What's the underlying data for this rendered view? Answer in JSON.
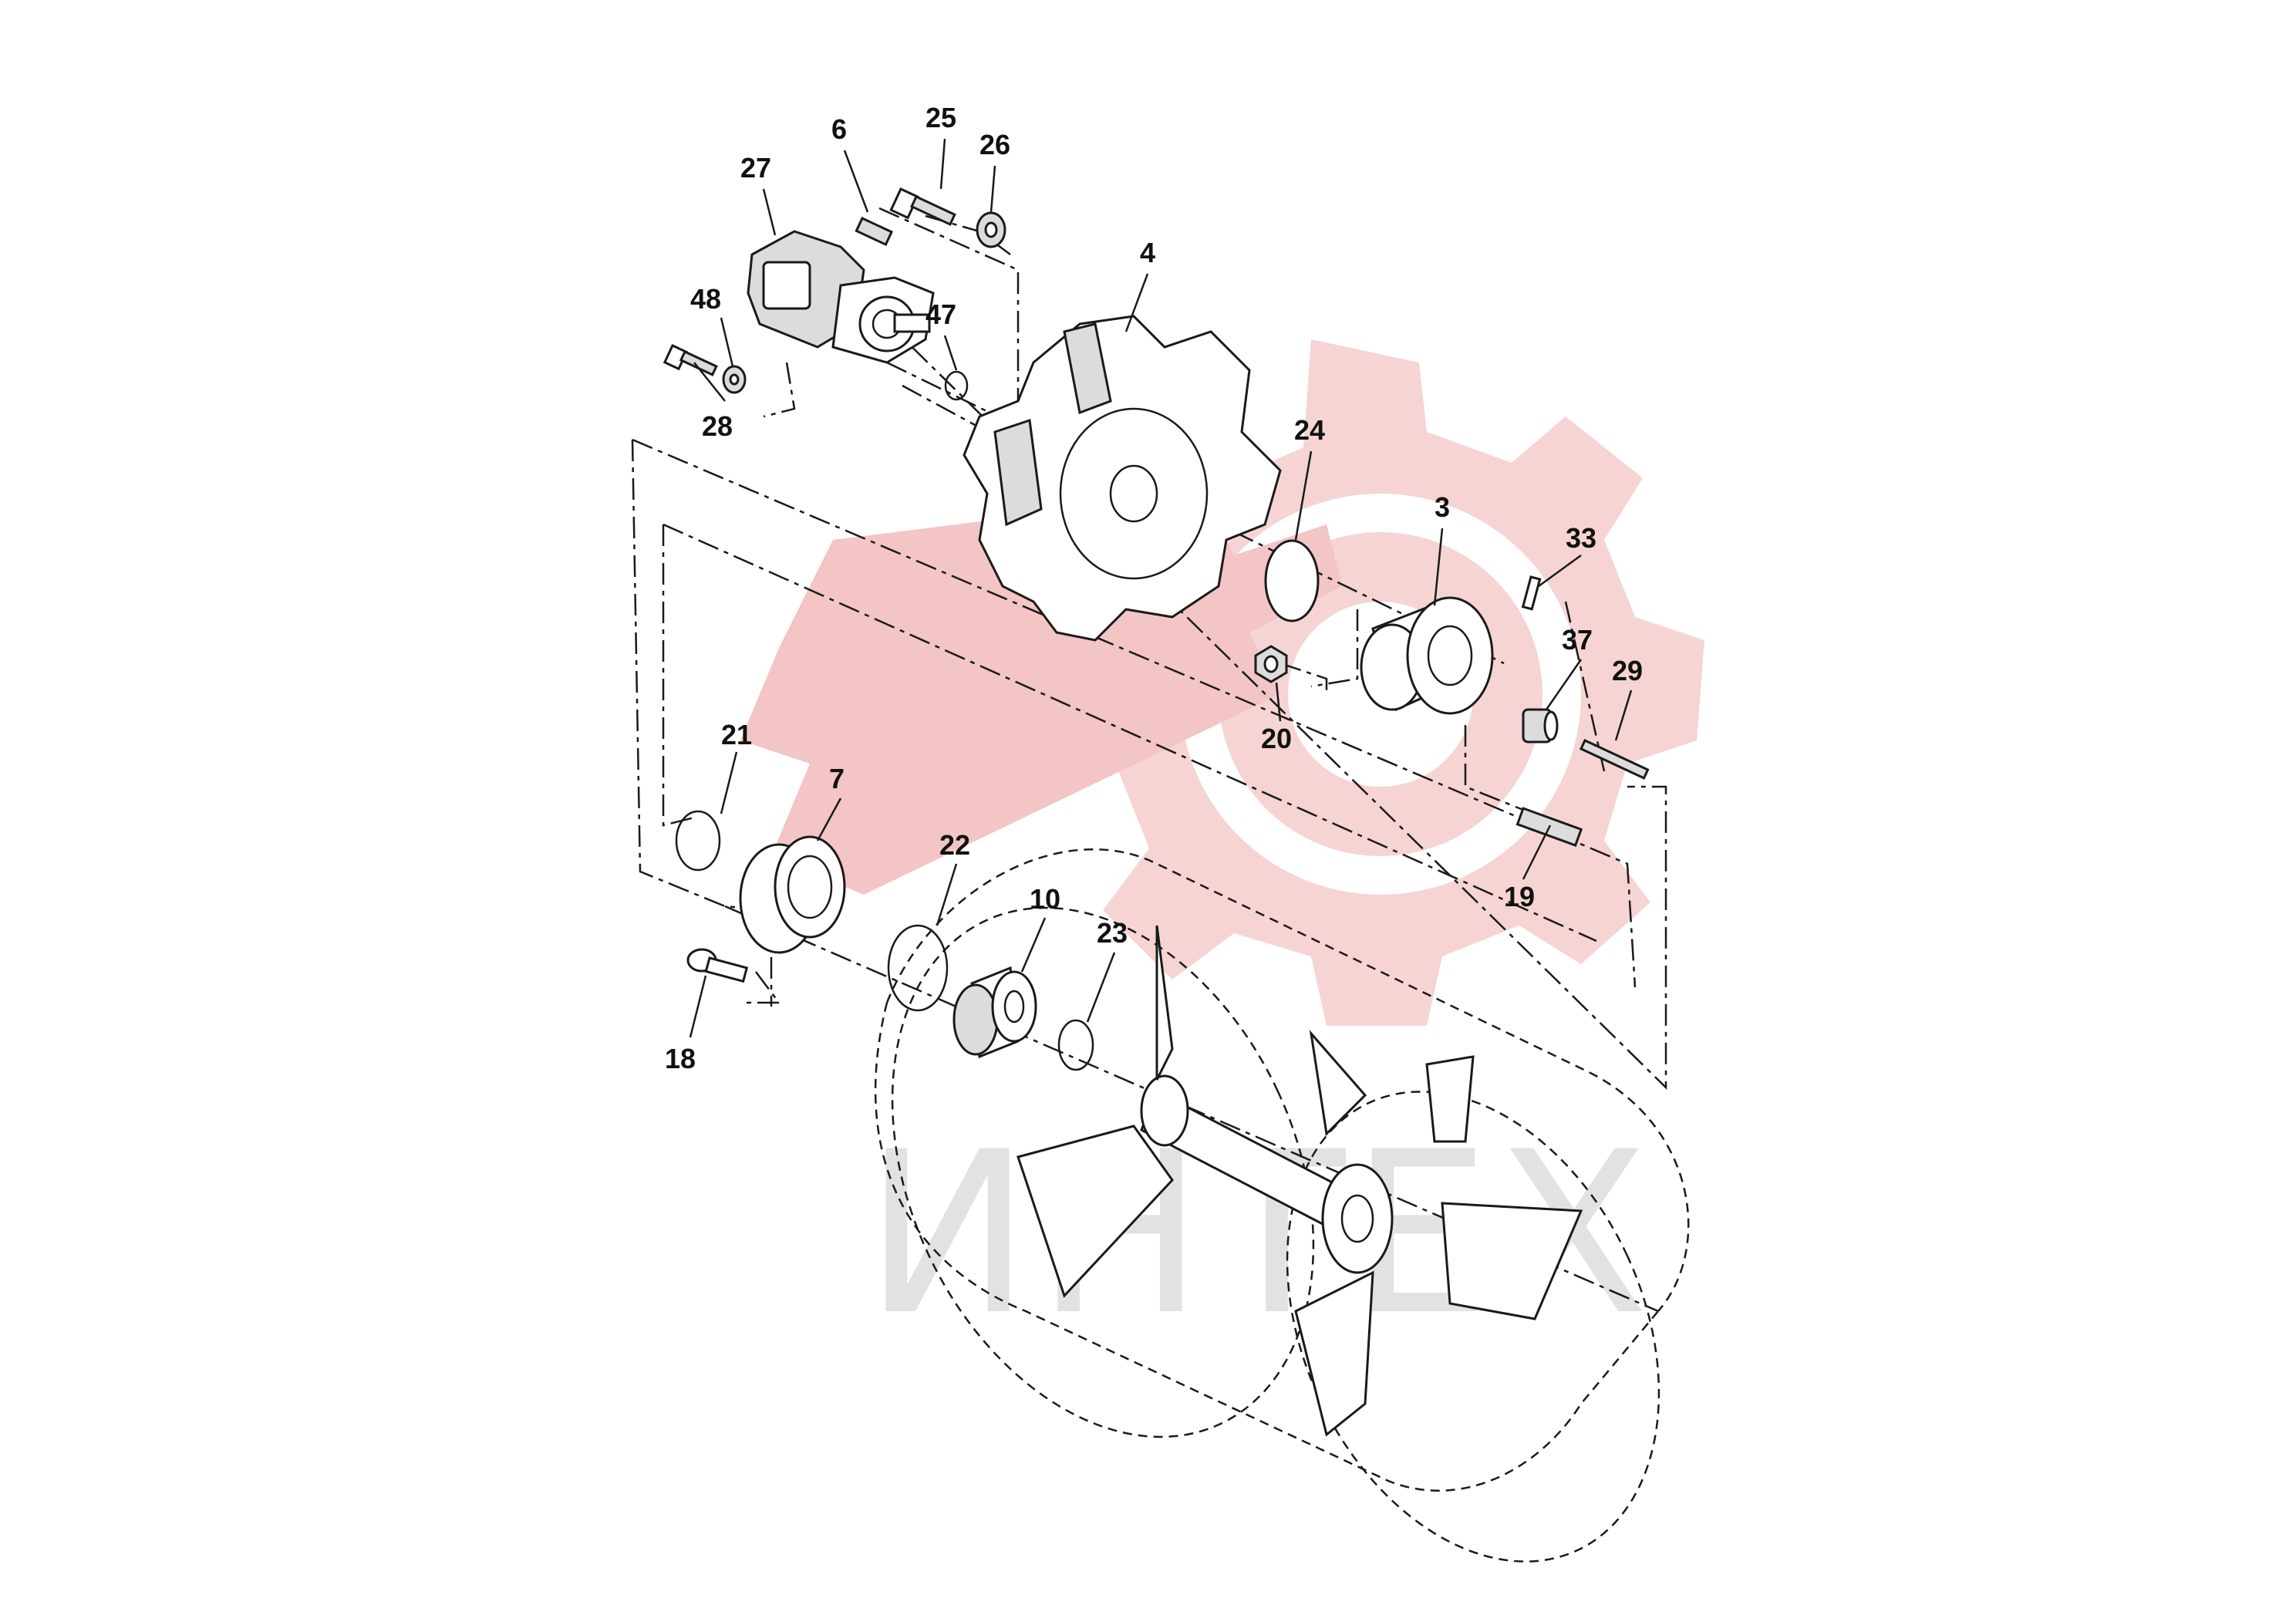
{
  "diagram": {
    "watermark_text": "ИНТЕХ",
    "watermark_logo_color": "#f4c8c8",
    "watermark_text_color": "#e2e2e2",
    "callouts": [
      {
        "id": "c27",
        "label": "27"
      },
      {
        "id": "c6",
        "label": "6"
      },
      {
        "id": "c25",
        "label": "25"
      },
      {
        "id": "c26",
        "label": "26"
      },
      {
        "id": "c4",
        "label": "4"
      },
      {
        "id": "c48",
        "label": "48"
      },
      {
        "id": "c47",
        "label": "47"
      },
      {
        "id": "c28",
        "label": "28"
      },
      {
        "id": "c24",
        "label": "24"
      },
      {
        "id": "c3",
        "label": "3"
      },
      {
        "id": "c33",
        "label": "33"
      },
      {
        "id": "c37",
        "label": "37"
      },
      {
        "id": "c29",
        "label": "29"
      },
      {
        "id": "c20",
        "label": "20"
      },
      {
        "id": "c21",
        "label": "21"
      },
      {
        "id": "c7",
        "label": "7"
      },
      {
        "id": "c22",
        "label": "22"
      },
      {
        "id": "c10",
        "label": "10"
      },
      {
        "id": "c23",
        "label": "23"
      },
      {
        "id": "c19",
        "label": "19"
      },
      {
        "id": "c18",
        "label": "18"
      }
    ]
  }
}
